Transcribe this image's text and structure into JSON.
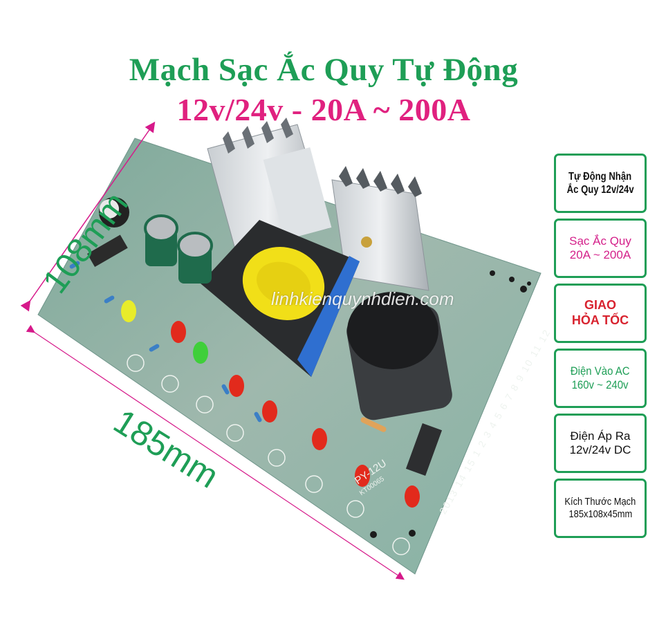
{
  "header": {
    "title": "Mạch Sạc Ắc Quy Tự Động",
    "subtitle": "12v/24v - 20A ~ 200A"
  },
  "dimensions": {
    "width_label": "185mm",
    "height_label": "108mm"
  },
  "product_image": {
    "watermark": "linhkienquynhdien.com",
    "board_model": "PY-12U",
    "board_code": "KT00065",
    "silkscreen_numbers": "2013 14 15 1 2 3 4 5 6 7 8 9 10 11 12"
  },
  "features": [
    {
      "line1": "Tự Động Nhận",
      "line2": "Ắc Quy 12v/24v",
      "color": "#111111"
    },
    {
      "line1": "Sạc Ắc Quy",
      "line2": "20A ~ 200A",
      "color": "#d4208a"
    },
    {
      "line1": "GIAO",
      "line2": "HỎA TỐC",
      "color": "#d8232f"
    },
    {
      "line1": "Điện Vào AC",
      "line2": "160v ~ 240v",
      "color": "#1e9e56"
    },
    {
      "line1": "Điện Áp Ra",
      "line2": "12v/24v DC",
      "color": "#111111"
    },
    {
      "line1": "Kích Thước Mạch",
      "line2": "185x108x45mm",
      "color": "#111111"
    }
  ],
  "colors": {
    "title_green": "#1e9e56",
    "title_pink": "#e0217f",
    "box_border": "#1e9e56",
    "arrow": "#d6198a"
  }
}
